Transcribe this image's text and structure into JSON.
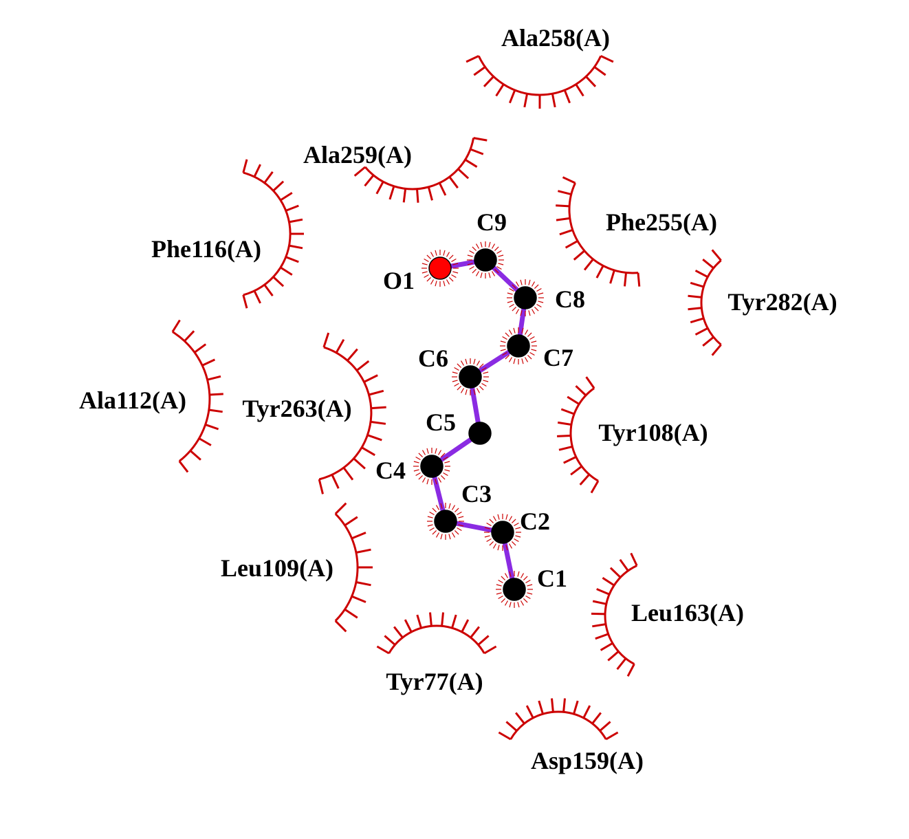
{
  "colors": {
    "background": "#ffffff",
    "bond": "#8a2be2",
    "carbon": "#000000",
    "oxygen": "#ff0000",
    "hydrophobic": "#cc0000",
    "text": "#000000"
  },
  "ligand": {
    "atoms": [
      {
        "id": "O1",
        "element": "O",
        "label": "O1"
      },
      {
        "id": "C9",
        "element": "C",
        "label": "C9"
      },
      {
        "id": "C8",
        "element": "C",
        "label": "C8"
      },
      {
        "id": "C7",
        "element": "C",
        "label": "C7"
      },
      {
        "id": "C6",
        "element": "C",
        "label": "C6"
      },
      {
        "id": "C5",
        "element": "C",
        "label": "C5"
      },
      {
        "id": "C4",
        "element": "C",
        "label": "C4"
      },
      {
        "id": "C3",
        "element": "C",
        "label": "C3"
      },
      {
        "id": "C2",
        "element": "C",
        "label": "C2"
      },
      {
        "id": "C1",
        "element": "C",
        "label": "C1"
      }
    ],
    "bonds": [
      [
        "O1",
        "C9"
      ],
      [
        "C9",
        "C8"
      ],
      [
        "C8",
        "C7"
      ],
      [
        "C7",
        "C6"
      ],
      [
        "C6",
        "C5"
      ],
      [
        "C5",
        "C4"
      ],
      [
        "C4",
        "C3"
      ],
      [
        "C3",
        "C2"
      ],
      [
        "C2",
        "C1"
      ]
    ]
  },
  "residues": [
    {
      "id": "ala258",
      "label": "Ala258(A)"
    },
    {
      "id": "ala259",
      "label": "Ala259(A)"
    },
    {
      "id": "phe255",
      "label": "Phe255(A)"
    },
    {
      "id": "phe116",
      "label": "Phe116(A)"
    },
    {
      "id": "tyr282",
      "label": "Tyr282(A)"
    },
    {
      "id": "ala112",
      "label": "Ala112(A)"
    },
    {
      "id": "tyr263",
      "label": "Tyr263(A)"
    },
    {
      "id": "tyr108",
      "label": "Tyr108(A)"
    },
    {
      "id": "leu109",
      "label": "Leu109(A)"
    },
    {
      "id": "leu163",
      "label": "Leu163(A)"
    },
    {
      "id": "tyr77",
      "label": "Tyr77(A)"
    },
    {
      "id": "asp159",
      "label": "Asp159(A)"
    }
  ]
}
